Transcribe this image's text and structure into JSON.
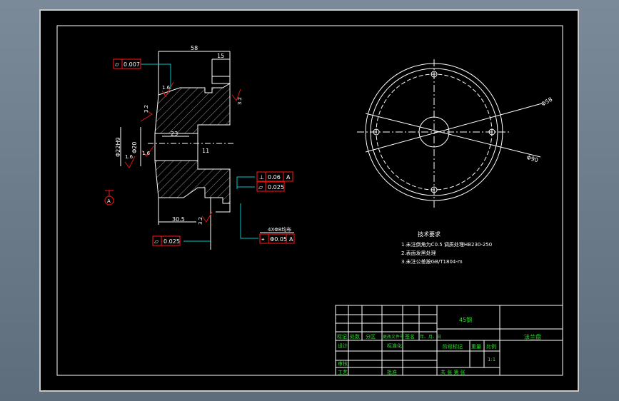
{
  "part_view": {
    "dim_58": "58",
    "dim_15": "15",
    "dim_23": "23",
    "dim_30_5": "30.5",
    "dim_bore": "Φ20",
    "dim_bore_label": "Φ22H9",
    "dim_11": "11",
    "rough_16": "1.6",
    "rough_32": "3.2",
    "rough_16b": "1.6",
    "rough_32b": "3.2",
    "rough_32c": "3.2",
    "rough_16c": "1.6"
  },
  "tolerances": {
    "tol1": {
      "symbol": "⌭",
      "value": "0.007"
    },
    "tol2": {
      "symbol": "⊥",
      "value": "0.06",
      "datum": "A"
    },
    "tol3": {
      "symbol": "▱",
      "value": "0.025"
    },
    "tol4": {
      "symbol": "▱",
      "value": "0.025"
    },
    "tol5": {
      "symbol": "⌖",
      "value": "Φ0.05",
      "datum": "A"
    },
    "holes_note": "4XΦ8均布",
    "datum_label": "A"
  },
  "circle_view": {
    "dim_outer": "Φ90",
    "dim_pcd": "Φ58"
  },
  "tech_req": {
    "title": "技术要求",
    "line1": "1.未注倒角为C0.5 调质处理HB230-250",
    "line2": "2.表面发黑处理",
    "line3": "3.未注公差按GB/T1804-m"
  },
  "title_block": {
    "material": "45钢",
    "part_name": "法兰盘",
    "headers": [
      "标记",
      "处数",
      "分区",
      "更改文件号",
      "签名",
      "年、月、日"
    ],
    "design": "设计",
    "standard": "标准化",
    "stage_mark": "阶段标记",
    "weight": "重量",
    "scale_label": "比例",
    "scale": "1:1",
    "review": "审核",
    "process": "工艺",
    "approve": "批准",
    "sheets": "共  张  第  张"
  }
}
